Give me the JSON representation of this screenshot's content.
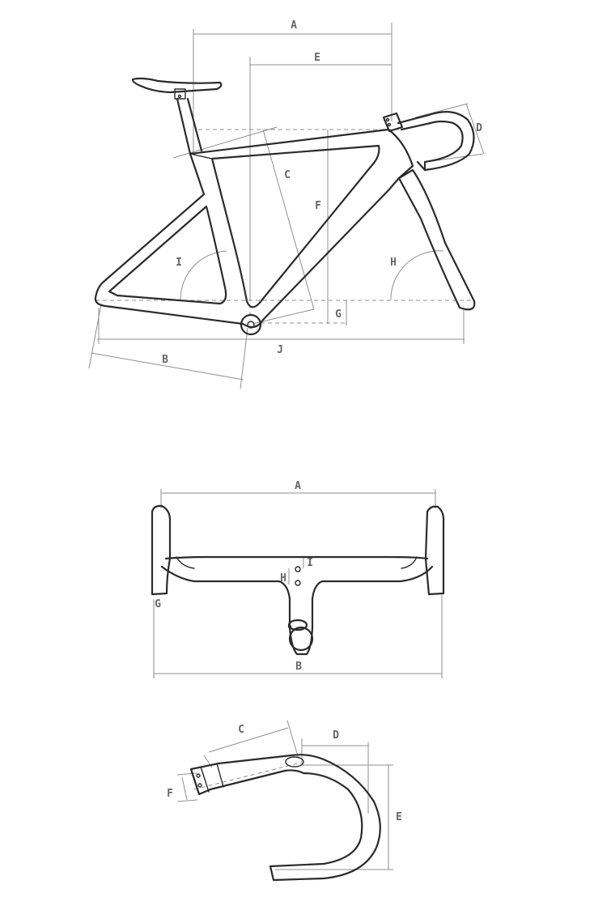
{
  "colors": {
    "line": "#2b2b2b",
    "dimension": "#8f8f8f",
    "label": "#666666",
    "background": "#ffffff"
  },
  "frame_diagram": {
    "labels": {
      "A": "A",
      "B": "B",
      "C": "C",
      "D": "D",
      "E": "E",
      "F": "F",
      "G": "G",
      "H": "H",
      "I": "I",
      "J": "J"
    }
  },
  "handlebar_front": {
    "labels": {
      "A": "A",
      "B": "B",
      "G": "G",
      "H": "H",
      "I": "I"
    }
  },
  "handlebar_side": {
    "labels": {
      "C": "C",
      "D": "D",
      "E": "E",
      "F": "F"
    }
  }
}
